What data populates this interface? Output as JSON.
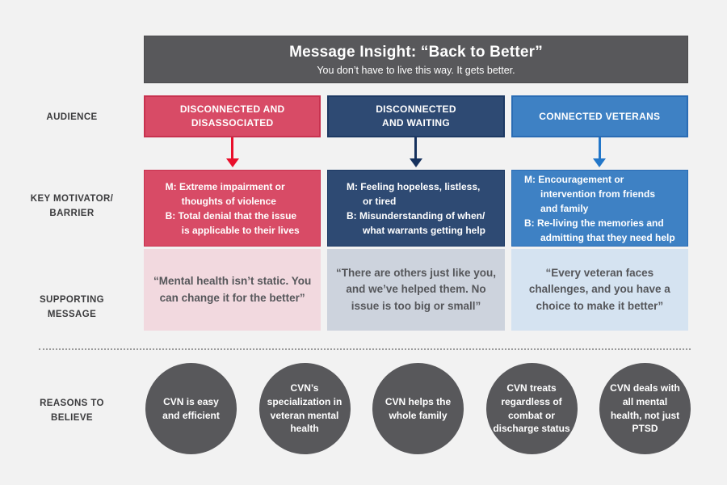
{
  "header": {
    "title": "Message Insight: “Back to Better”",
    "subtitle": "You don’t have to live this way. It gets better."
  },
  "row_labels": {
    "audience": "AUDIENCE",
    "key_motivator": "KEY MOTIVATOR/\nBARRIER",
    "supporting_message": "SUPPORTING\nMESSAGE",
    "reasons_to_believe": "REASONS TO\nBELIEVE"
  },
  "columns": [
    {
      "audience": "DISCONNECTED AND\nDISASSOCIATED",
      "motivator": "M: Extreme impairment or\n      thoughts of violence\nB: Total denial that the issue\n      is applicable to their lives",
      "supporting": "“Mental health isn’t static. You\ncan change it for the better”",
      "accent": "#d84b66",
      "accent_border": "#c8324f",
      "arrow": "#e90f2b",
      "tint": "#f2d9df"
    },
    {
      "audience": "DISCONNECTED\nAND WAITING",
      "motivator": "M: Feeling hopeless, listless,\n      or tired\nB: Misunderstanding of when/\n      what warrants getting help",
      "supporting": "“There are others just like you,\nand we’ve helped them. No\nissue is too big or small”",
      "accent": "#2e4a73",
      "accent_border": "#1d3963",
      "arrow": "#16315d",
      "tint": "#cdd3dd"
    },
    {
      "audience": "CONNECTED VETERANS",
      "motivator": "M: Encouragement or\n      intervention from friends\n      and family\nB: Re-living the memories and\n      admitting that they need help",
      "supporting": "“Every veteran faces\nchallenges, and you have a\nchoice to make it better”",
      "accent": "#3e81c4",
      "accent_border": "#2a6cb4",
      "arrow": "#2377c9",
      "tint": "#d5e3f1"
    }
  ],
  "reasons": [
    "CVN is easy\nand efficient",
    "CVN’s\nspecialization in\nveteran mental\nhealth",
    "CVN helps the\nwhole family",
    "CVN treats\nregardless of\ncombat or\ndischarge status",
    "CVN deals with\nall mental\nhealth, not just\nPTSD"
  ],
  "colors": {
    "background": "#f2f2f2",
    "panel_gray": "#58585b",
    "row_label_text": "#3b3b3d",
    "supporting_text": "#55565a",
    "divider": "#9b9b9b"
  }
}
